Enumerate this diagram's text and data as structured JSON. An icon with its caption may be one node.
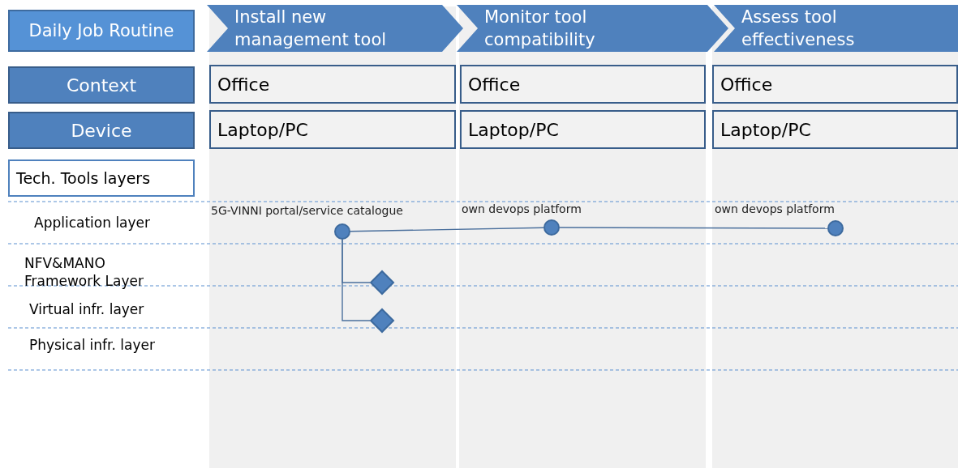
{
  "diagram": {
    "nodes": [
      {
        "text": [
          "Daily Job Routine"
        ]
      },
      {
        "text": [
          "Install new management tool"
        ]
      },
      {
        "text": [
          "Monitor tool compatibility"
        ]
      },
      {
        "text": [
          "Assess tool effectiveness"
        ]
      },
      {
        "text": [
          "Context"
        ]
      },
      {
        "text": [
          "Office"
        ]
      },
      {
        "text": [
          "Office"
        ]
      },
      {
        "text": [
          "Office"
        ]
      },
      {
        "text": [
          "Device"
        ]
      },
      {
        "text": [
          "Laptop/PC"
        ]
      },
      {
        "text": [
          "Laptop/PC"
        ]
      },
      {
        "text": [
          "Laptop/PC"
        ]
      },
      {
        "text": [
          "Tech. Tools layers"
        ]
      },
      {
        "text": [],
        "shape": "circle",
        "beside": [
          "5G-VINNI portal/service catalogue"
        ]
      },
      {
        "text": [],
        "shape": "circle",
        "beside": [
          "own devops platform"
        ]
      },
      {
        "text": [],
        "shape": "circle",
        "beside": [
          "own devops platform"
        ]
      },
      {
        "text": [],
        "shape": "diamond"
      },
      {
        "text": [],
        "shape": "diamond"
      }
    ],
    "edges": [
      {
        "from": 13,
        "to": 14,
        "arrow": "none"
      },
      {
        "from": 14,
        "to": 15,
        "arrow": "none"
      },
      {
        "from": 13,
        "to": 16,
        "arrow": "none"
      },
      {
        "from": 13,
        "to": 17,
        "arrow": "none"
      }
    ],
    "labels": [
      "Application layer",
      "NFV&MANO Framework Layer",
      "Virtual infr. layer",
      "Physical infr. layer"
    ]
  }
}
